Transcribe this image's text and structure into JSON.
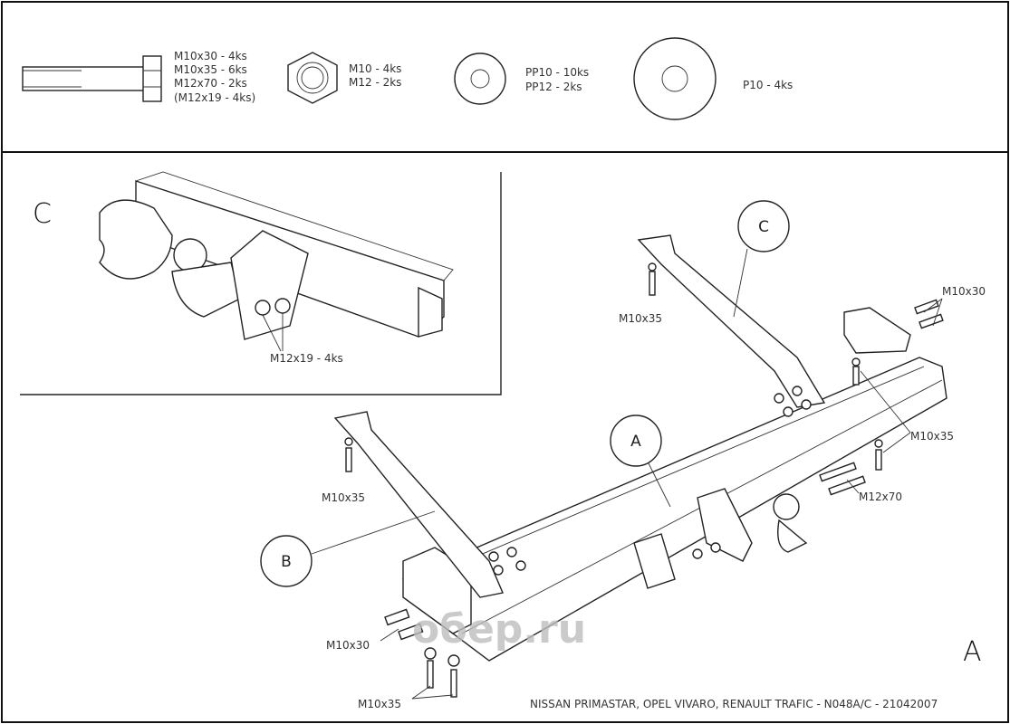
{
  "parts_list": {
    "bolts": [
      "M10x30 - 4ks",
      "M10x35 - 6ks",
      "M12x70 - 2ks",
      "(M12x19 - 4ks)"
    ],
    "nuts": [
      "M10 - 4ks",
      "M12 - 2ks"
    ],
    "small_washers": [
      "PP10 - 10ks",
      "PP12 - 2ks"
    ],
    "large_washers": [
      "P10 - 4ks"
    ]
  },
  "detail_c": {
    "letter": "C",
    "label": "M12x19 - 4ks"
  },
  "callouts": {
    "a": "A",
    "b": "B",
    "c": "C"
  },
  "labels": {
    "m10x35_top": "M10x35",
    "m10x30_right": "M10x30",
    "m10x35_right": "M10x35",
    "m12x70": "M12x70",
    "m10x35_left": "M10x35",
    "m10x30_bottom": "M10x30",
    "m10x35_bottom": "M10x35"
  },
  "view_letter": "A",
  "watermark": "обер.ru",
  "footer": "NISSAN PRIMASTAR, OPEL VIVARO, RENAULT TRAFIC - N048A/C - 21042007"
}
